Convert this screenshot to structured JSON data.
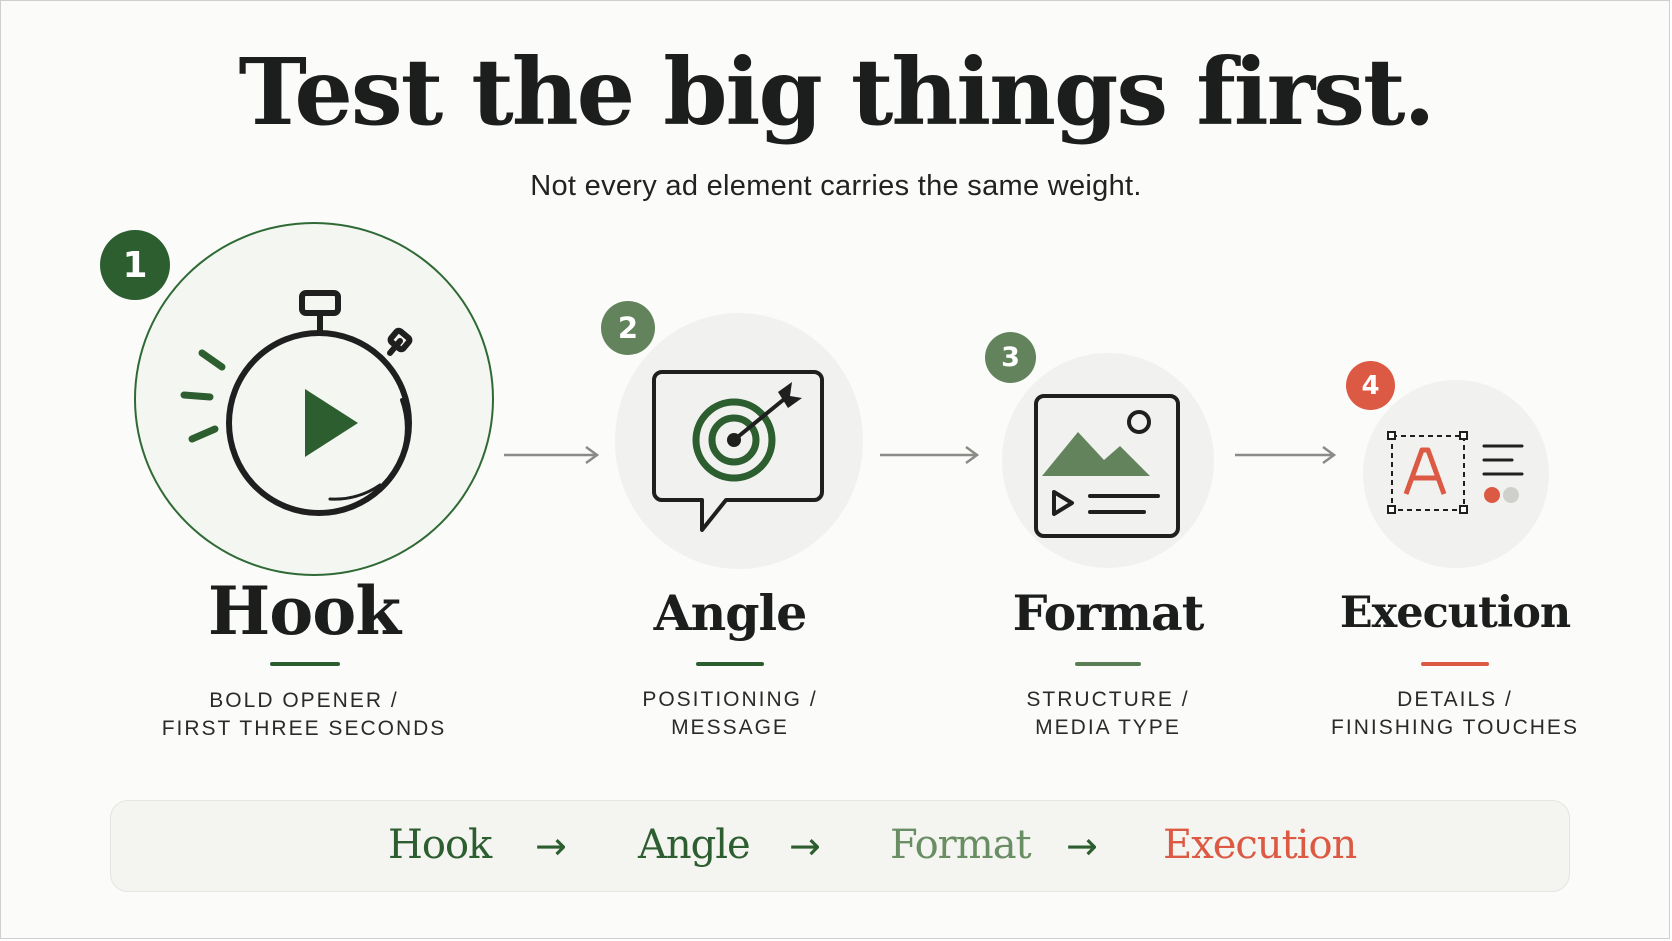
{
  "title": "Test the big things first.",
  "subtitle": "Not every ad element carries the same weight.",
  "steps": [
    {
      "number": "1",
      "name": "Hook",
      "desc_line1": "BOLD OPENER /",
      "desc_line2": "FIRST THREE SECONDS",
      "icon": "stopwatch-play-icon",
      "color": "#2c5e2f"
    },
    {
      "number": "2",
      "name": "Angle",
      "desc_line1": "POSITIONING /",
      "desc_line2": "MESSAGE",
      "icon": "target-speech-bubble-icon",
      "color": "#62835c"
    },
    {
      "number": "3",
      "name": "Format",
      "desc_line1": "STRUCTURE /",
      "desc_line2": "MEDIA TYPE",
      "icon": "image-media-icon",
      "color": "#62835c"
    },
    {
      "number": "4",
      "name": "Execution",
      "desc_line1": "DETAILS /",
      "desc_line2": "FINISHING TOUCHES",
      "icon": "text-edit-icon",
      "color": "#dc5a44"
    }
  ],
  "summary": {
    "items": [
      "Hook",
      "Angle",
      "Format",
      "Execution"
    ],
    "arrow": "→"
  }
}
